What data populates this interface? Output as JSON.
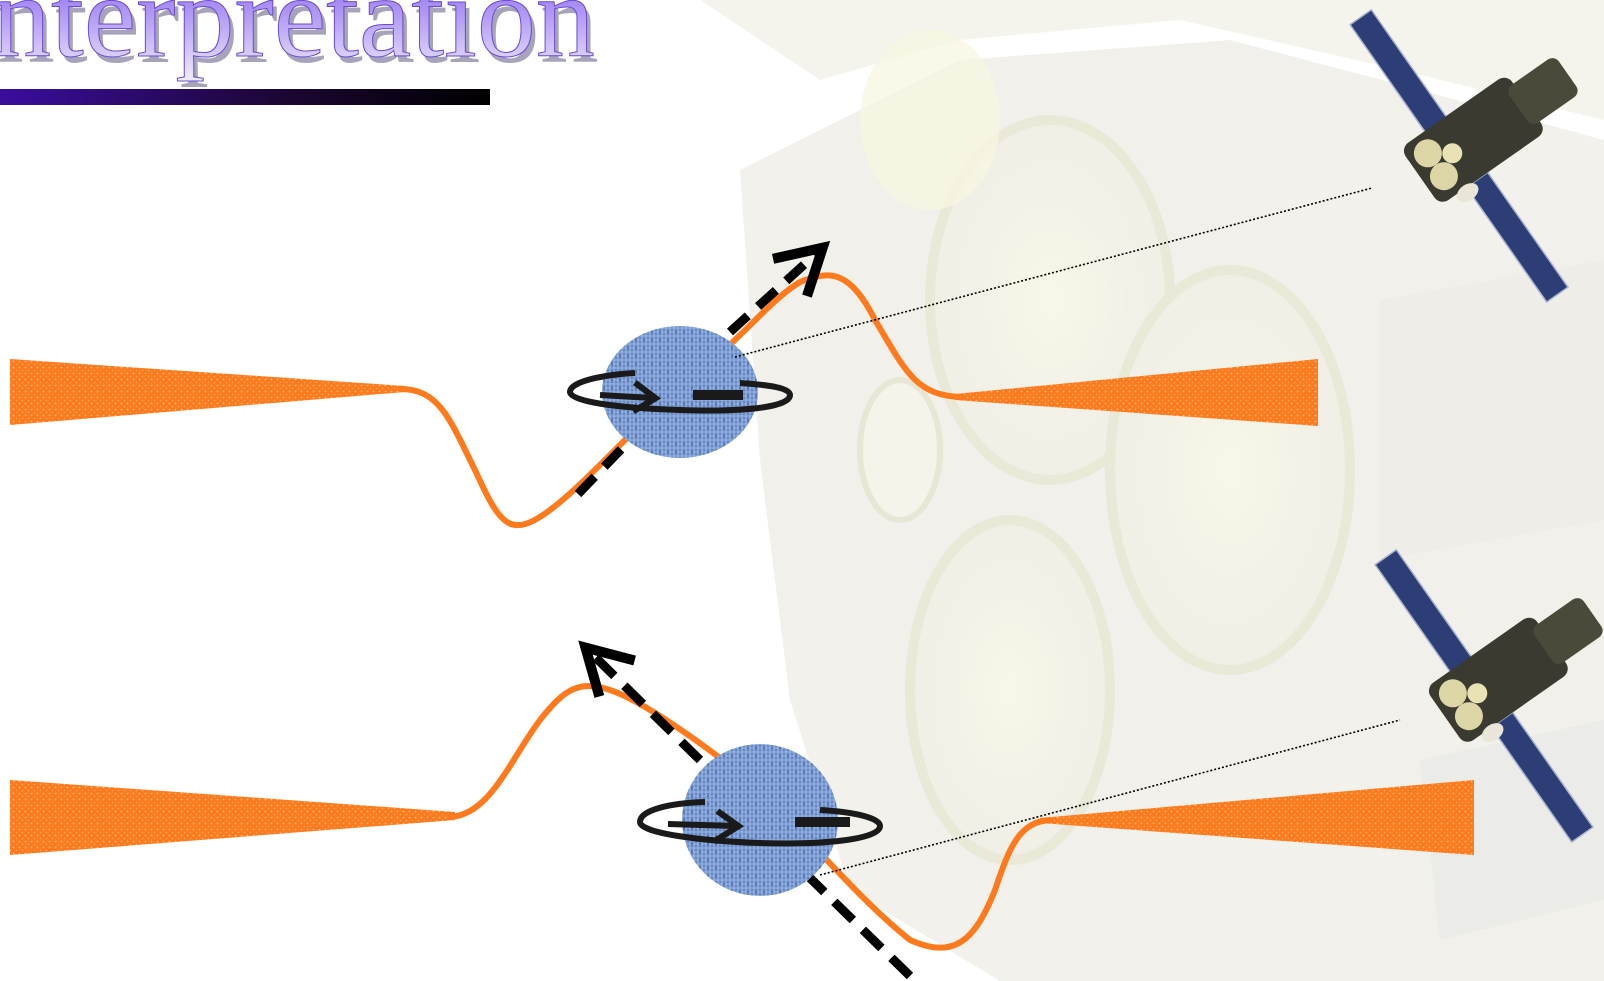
{
  "title": {
    "text": "nterpretation",
    "underline_gradient": [
      "#3a0d9e",
      "#1a0630",
      "#000000"
    ],
    "fill_gradient": [
      "#7a4cf0",
      "#b9a4f4",
      "#f2eefc"
    ]
  },
  "colors": {
    "background": "#ffffff",
    "watermark_tone": "#e8e6da",
    "watermark_accent": "#f1ecc8",
    "disk": "#ff7a1c",
    "disk_dots": "#ffc089",
    "star": "#7e9fd6",
    "star_texture": "#4f6fad",
    "spin_ring": "#1a1a1a",
    "axis_dashes": "#000000",
    "sight_line": "#000000",
    "satellite_body": "#3a3a30",
    "satellite_panel": "#2d3d76"
  },
  "panels": [
    {
      "id": "top",
      "star_axis_direction": "up-right",
      "spin": "clockwise-front-to-right"
    },
    {
      "id": "bottom",
      "star_axis_direction": "up-left",
      "spin": "clockwise-front-to-right"
    }
  ],
  "icons": {
    "star": "textured-neutron-star",
    "satellite": "xmm-newton-satellite",
    "background": "telescope-mirror-watermark"
  }
}
